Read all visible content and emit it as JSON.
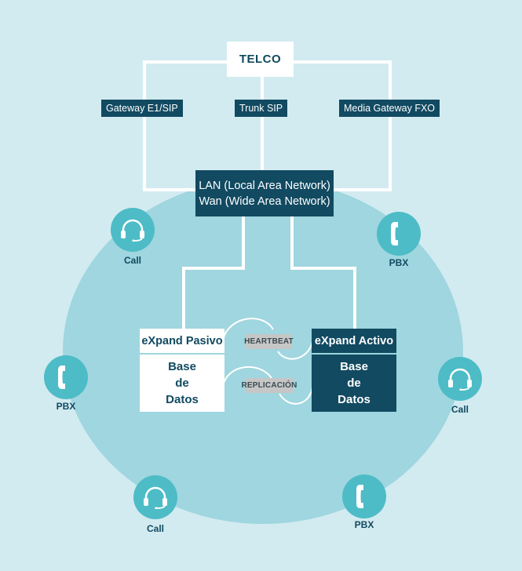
{
  "telco": {
    "label": "TELCO"
  },
  "gateways": [
    {
      "label": "Gateway E1/SIP"
    },
    {
      "label": "Trunk SIP"
    },
    {
      "label": "Media Gateway FXO"
    }
  ],
  "network": {
    "line1": "LAN (Local Area Network)",
    "line2": "Wan (Wide Area Network)"
  },
  "passive": {
    "header": "eXpand Pasivo",
    "body_lines": [
      "Base",
      "de",
      "Datos"
    ]
  },
  "active": {
    "header": "eXpand Activo",
    "body_lines": [
      "Base",
      "de",
      "Datos"
    ]
  },
  "links": {
    "heartbeat": "HEARTBEAT",
    "replication": "REPLICACIÓN"
  },
  "endpoints": [
    {
      "type": "call",
      "icon": "headset-icon",
      "label": "Call"
    },
    {
      "type": "pbx",
      "icon": "phone-handset-icon",
      "label": "PBX"
    },
    {
      "type": "pbx",
      "icon": "phone-handset-icon",
      "label": "PBX"
    },
    {
      "type": "call",
      "icon": "headset-icon",
      "label": "Call"
    },
    {
      "type": "call",
      "icon": "headset-icon",
      "label": "Call"
    },
    {
      "type": "pbx",
      "icon": "phone-handset-icon",
      "label": "PBX"
    }
  ],
  "colors": {
    "background": "#d2ebf0",
    "ellipse": "#9fd6df",
    "dark": "#114a61",
    "icon": "#4dbcc7",
    "link_label": "#c6c6c6"
  }
}
